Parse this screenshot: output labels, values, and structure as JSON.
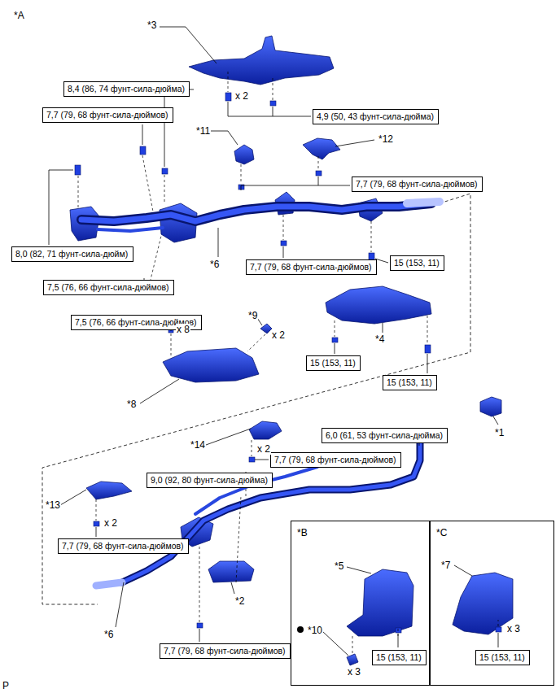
{
  "diagram": {
    "nodes": [
      {
        "text": [
          "8,4 (86, 74 фунт-сила-дюйма)"
        ]
      },
      {
        "text": [
          "4,9 (50, 43 фунт-сила-дюйма)"
        ]
      },
      {
        "text": [
          "7,7 (79, 68 фунт-сила-дюймов)"
        ]
      },
      {
        "text": [
          "7,7 (79, 68 фунт-сила-дюймов)"
        ]
      },
      {
        "text": [
          "8,0 (82, 71 фунт-сила-дюйм)"
        ]
      },
      {
        "text": [
          "7,7 (79, 68 фунт-сила-дюймов)"
        ]
      },
      {
        "text": [
          "15 (153, 11)"
        ]
      },
      {
        "text": [
          "7,5 (76, 66 фунт-сила-дюймов)"
        ]
      },
      {
        "text": [
          "7,5 (76, 66 фунт-сила-дюймов)"
        ]
      },
      {
        "text": [
          "15 (153, 11)"
        ]
      },
      {
        "text": [
          "15 (153, 11)"
        ]
      },
      {
        "text": [
          "6,0 (61, 53 фунт-сила-дюйма)"
        ]
      },
      {
        "text": [
          "7,7 (79, 68 фунт-сила-дюймов)"
        ]
      },
      {
        "text": [
          "9,0 (92, 80 фунт-сила-дюйма)"
        ]
      },
      {
        "text": [
          "7,7 (79, 68 фунт-сила-дюймов)"
        ]
      },
      {
        "text": [
          "7,7 (79, 68 фунт-сила-дюймов)"
        ]
      },
      {
        "text": [
          "*B"
        ]
      },
      {
        "text": [
          "15 (153, 11)"
        ],
        "in": 16
      },
      {
        "text": [
          "*C"
        ]
      },
      {
        "text": [
          "15 (153, 11)"
        ],
        "in": 18
      }
    ],
    "labels": [
      "*A",
      "*3",
      "x 2",
      "*11",
      "*12",
      "*6",
      "*9",
      "x 2",
      "x 8",
      "*4",
      "*8",
      "*1",
      "*14",
      "x 2",
      "*13",
      "x 2",
      "*2",
      "*6",
      "*5",
      "*10",
      "x 3",
      "*7",
      "x 3",
      "P"
    ]
  }
}
